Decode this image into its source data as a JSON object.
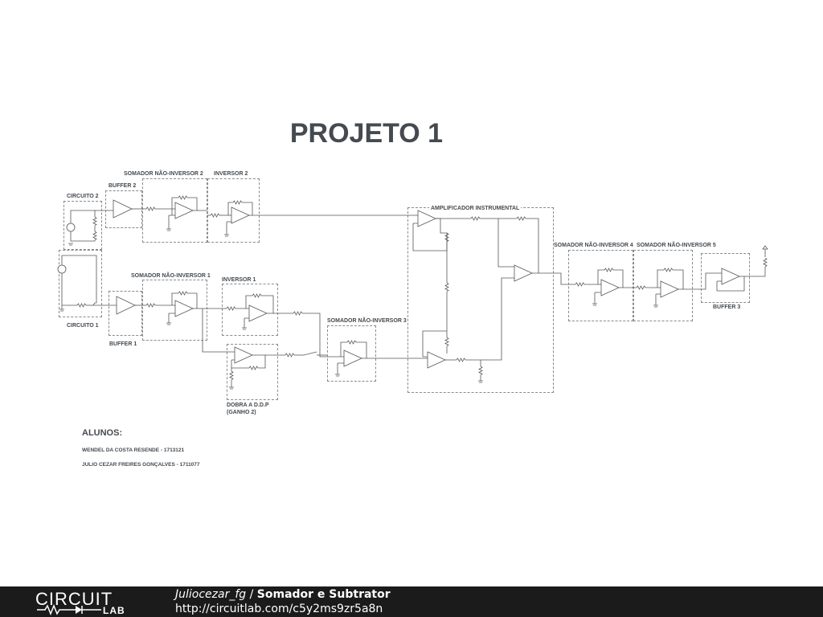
{
  "title": "PROJETO 1",
  "blocks": {
    "circuito2": "CIRCUITO 2",
    "circuito1": "CIRCUITO 1",
    "buffer2": "BUFFER 2",
    "buffer1": "BUFFER 1",
    "buffer3": "BUFFER 3",
    "somador_ni2": "SOMADOR NÃO-INVERSOR 2",
    "somador_ni1": "SOMADOR NÃO-INVERSOR 1",
    "somador_ni3": "SOMADOR NÃO-INVERSOR 3",
    "somador_ni4": "SOMADOR NÃO-INVERSOR 4",
    "somador_ni5": "SOMADOR NÃO-INVERSOR 5",
    "inversor2": "INVERSOR 2",
    "inversor1": "INVERSOR 1",
    "amplificador": "AMPLIFICADOR INSTRUMENTAL",
    "dobra_line1": "DOBRA A D.D.P",
    "dobra_line2": "(GANHO 2)"
  },
  "students": {
    "heading": "ALUNOS:",
    "names": [
      "WENDEL DA COSTA RESENDE - 1713121",
      "JULIO CEZAR FREIRES GONÇALVES - 1711077"
    ]
  },
  "footer": {
    "logo_top": "CIRCUIT",
    "logo_bottom": "LAB",
    "author": "Juliocezar_fg",
    "separator": " / ",
    "project": "Somador e Subtrator",
    "url": "http://circuitlab.com/c5y2ms9zr5a8n"
  }
}
